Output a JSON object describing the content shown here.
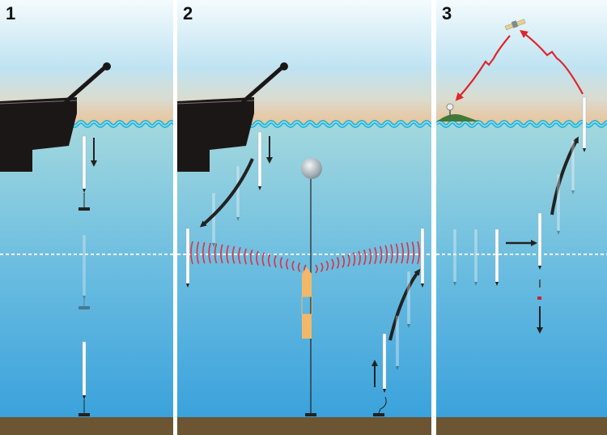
{
  "panels": [
    {
      "label": "1"
    },
    {
      "label": "2"
    },
    {
      "label": "3"
    }
  ],
  "colors": {
    "sky_top": "#f4fbfd",
    "sky_mid": "#bfe3f2",
    "horizon": "#e9c49a",
    "water_top": "#a3d8de",
    "water_bottom": "#3aa2dc",
    "seabed": "#6b5532",
    "wave": "#2fb6d6",
    "ship": "#1c1717",
    "signal": "#e0262b",
    "instrument": "#f2b86a"
  },
  "icons": [
    "ship-icon",
    "float-icon",
    "anchor-weight-icon",
    "buoy-sphere-icon",
    "acoustic-source-icon",
    "satellite-icon",
    "ground-station-icon",
    "radio-signal-icon",
    "arrow-icon"
  ]
}
